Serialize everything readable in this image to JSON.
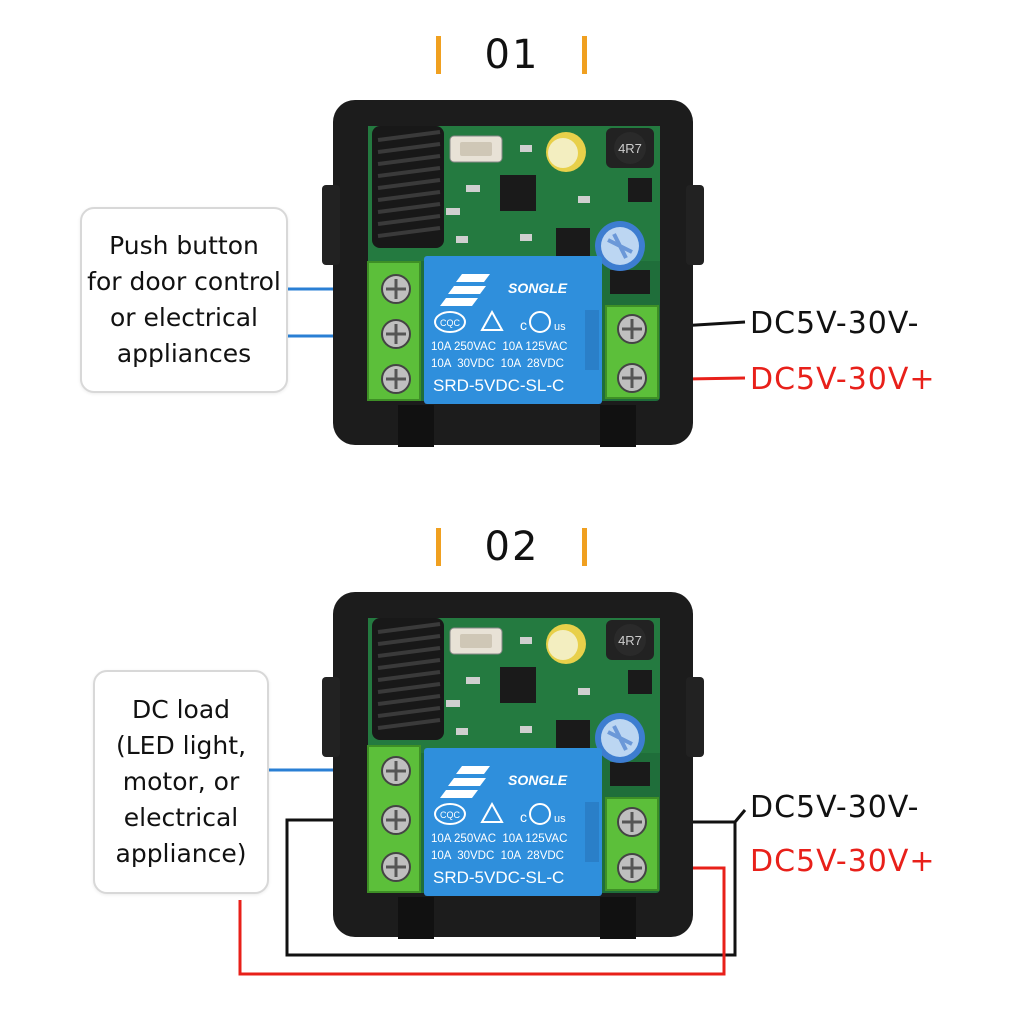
{
  "sections": [
    {
      "number": "01",
      "callout": [
        "Push button",
        "for door control",
        "or electrical",
        "appliances"
      ],
      "dc_negative": "DC5V-30V-",
      "dc_positive": "DC5V-30V+"
    },
    {
      "number": "02",
      "callout": [
        "DC load",
        "(LED light,",
        "motor, or",
        "electrical",
        "appliance)"
      ],
      "dc_negative": "DC5V-30V-",
      "dc_positive": "DC5V-30V+"
    }
  ],
  "relay": {
    "brand": "SONGLE",
    "rating_1": "10A 250VAC  10A 125VAC",
    "rating_2": "10A  30VDC  10A  28VDC",
    "model": "SRD-5VDC-SL-C",
    "cert": "CQC"
  },
  "inductor_label": "4R7",
  "colors": {
    "accent_bar": "#f0a020",
    "positive": "#e8201a",
    "negative": "#111111",
    "signal_wire": "#2a7fd4",
    "pcb": "#1f6e3a",
    "relay": "#2f8fdc",
    "terminal": "#5cbf3a",
    "case": "#1c1c1c"
  }
}
